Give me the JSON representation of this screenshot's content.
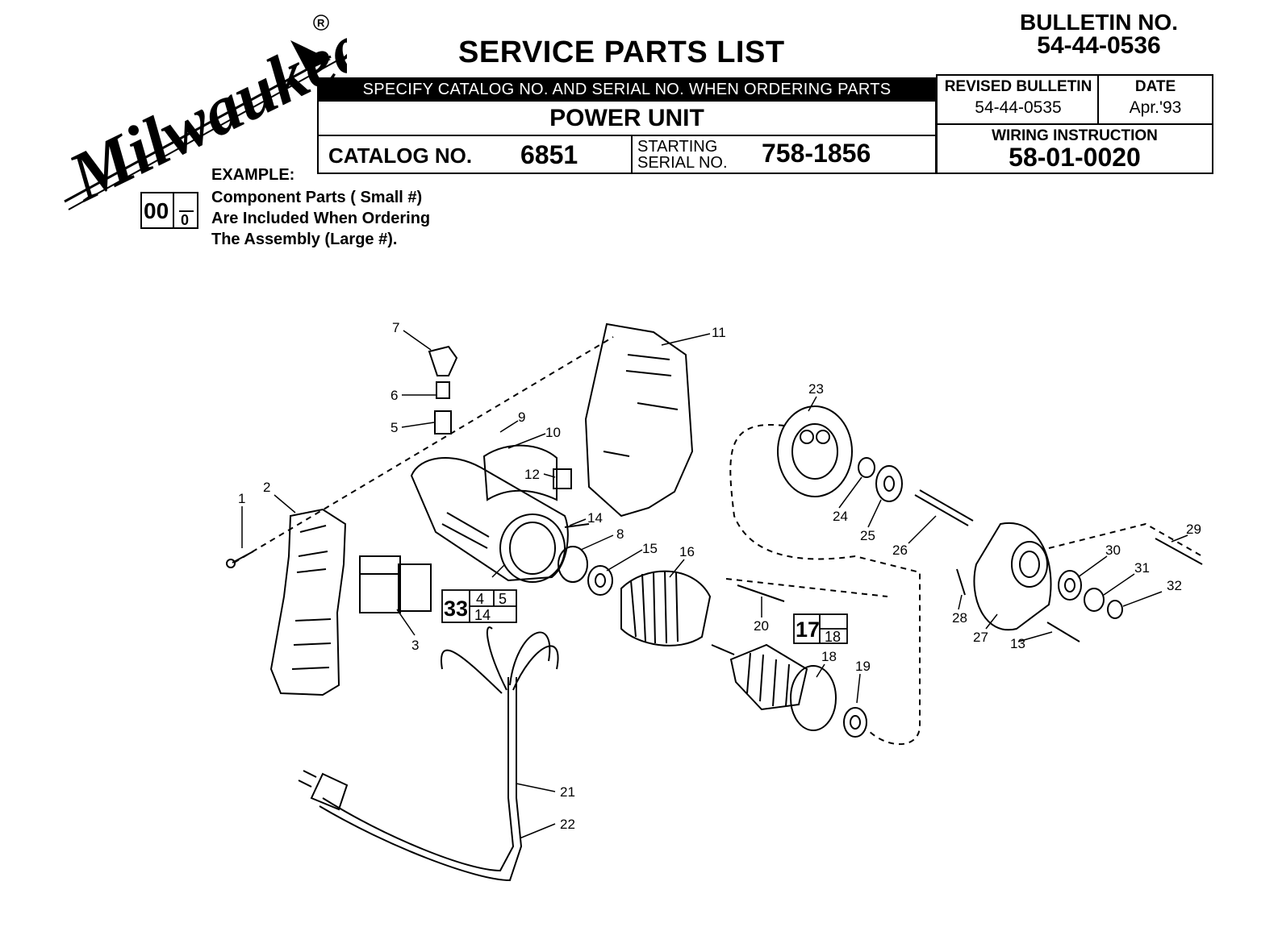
{
  "header": {
    "brand": "Milwaukee",
    "title": "SERVICE PARTS LIST",
    "bulletin_label": "BULLETIN NO.",
    "bulletin_no": "54-44-0536",
    "specify_text": "SPECIFY CATALOG NO. AND SERIAL NO. WHEN ORDERING PARTS",
    "unit_name": "POWER UNIT",
    "catalog_label": "CATALOG NO.",
    "catalog_no": "6851",
    "starting_serial_label": "STARTING SERIAL NO.",
    "serial_no": "758-1856",
    "revised_label": "REVISED BULLETIN",
    "revised_no": "54-44-0535",
    "date_label": "DATE",
    "date": "Apr.'93",
    "wiring_label": "WIRING INSTRUCTION",
    "wiring_no": "58-01-0020"
  },
  "example": {
    "label": "EXAMPLE:",
    "big_number": "00",
    "small_number": "0",
    "line1": "Component Parts (  Small #)",
    "line2": "Are Included When Ordering",
    "line3": "The Assembly (Large #)."
  },
  "diagram": {
    "callouts": [
      "1",
      "2",
      "3",
      "5",
      "6",
      "7",
      "8",
      "9",
      "10",
      "11",
      "12",
      "13",
      "14",
      "15",
      "16",
      "18",
      "19",
      "20",
      "21",
      "22",
      "23",
      "24",
      "25",
      "26",
      "27",
      "28",
      "29",
      "30",
      "31",
      "32"
    ],
    "assembly_33": {
      "number": "33",
      "parts": [
        "4",
        "5",
        "14"
      ]
    },
    "assembly_17": {
      "number": "17",
      "parts": [
        "18"
      ]
    }
  }
}
